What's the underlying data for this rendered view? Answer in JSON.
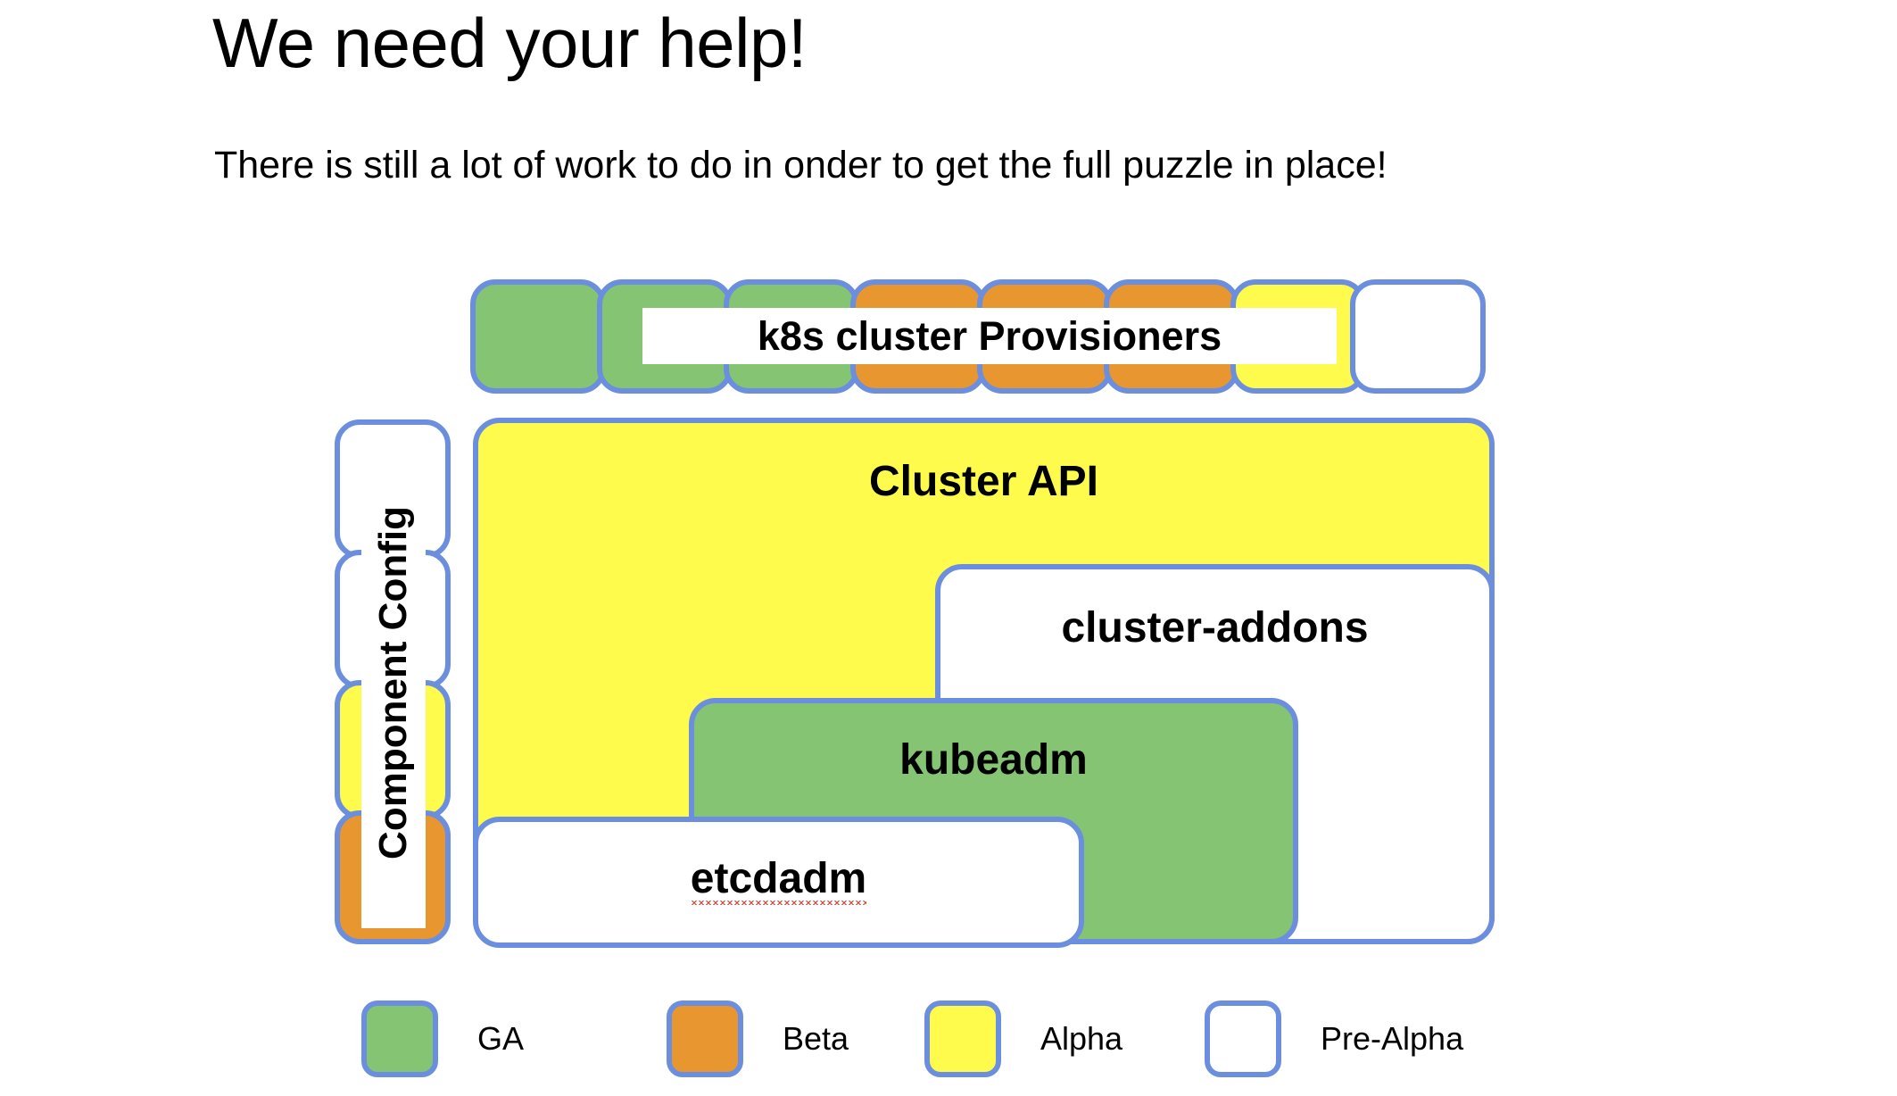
{
  "slide": {
    "title": "We need your help!",
    "subtitle": "There is still a lot of work to do in onder to get the full puzzle in place!"
  },
  "colors": {
    "border": "#6b8fde",
    "ga_green": "#84c473",
    "beta_orange": "#e8962f",
    "alpha_yellow": "#fefb4d",
    "prealpha_white": "#ffffff",
    "spellcheck_red": "#e03c2c",
    "text": "#000000",
    "background": "#ffffff"
  },
  "diagram": {
    "provisioners": {
      "label": "k8s cluster Provisioners",
      "tiles": [
        {
          "status": "GA",
          "color": "#84c473"
        },
        {
          "status": "GA",
          "color": "#84c473"
        },
        {
          "status": "GA",
          "color": "#84c473"
        },
        {
          "status": "Beta",
          "color": "#e8962f"
        },
        {
          "status": "Beta",
          "color": "#e8962f"
        },
        {
          "status": "Beta",
          "color": "#e8962f"
        },
        {
          "status": "Alpha",
          "color": "#fefb4d"
        },
        {
          "status": "Pre-Alpha",
          "color": "#ffffff"
        }
      ]
    },
    "component_config": {
      "label": "Component Config",
      "tiles": [
        {
          "status": "Pre-Alpha",
          "color": "#ffffff"
        },
        {
          "status": "Pre-Alpha",
          "color": "#ffffff"
        },
        {
          "status": "Alpha",
          "color": "#fefb4d"
        },
        {
          "status": "Beta",
          "color": "#e8962f"
        }
      ]
    },
    "boxes": {
      "cluster_api": {
        "label": "Cluster API",
        "status": "Alpha",
        "color": "#fefb4d"
      },
      "cluster_addons": {
        "label": "cluster-addons",
        "status": "Pre-Alpha",
        "color": "#ffffff"
      },
      "kubeadm": {
        "label": "kubeadm",
        "status": "GA",
        "color": "#84c473"
      },
      "etcdadm": {
        "label": "etcdadm",
        "status": "Pre-Alpha",
        "color": "#ffffff",
        "spellcheck_underline": true
      }
    }
  },
  "legend": {
    "items": [
      {
        "label": "GA",
        "color": "#84c473"
      },
      {
        "label": "Beta",
        "color": "#e8962f"
      },
      {
        "label": "Alpha",
        "color": "#fefb4d"
      },
      {
        "label": "Pre-Alpha",
        "color": "#ffffff"
      }
    ]
  }
}
